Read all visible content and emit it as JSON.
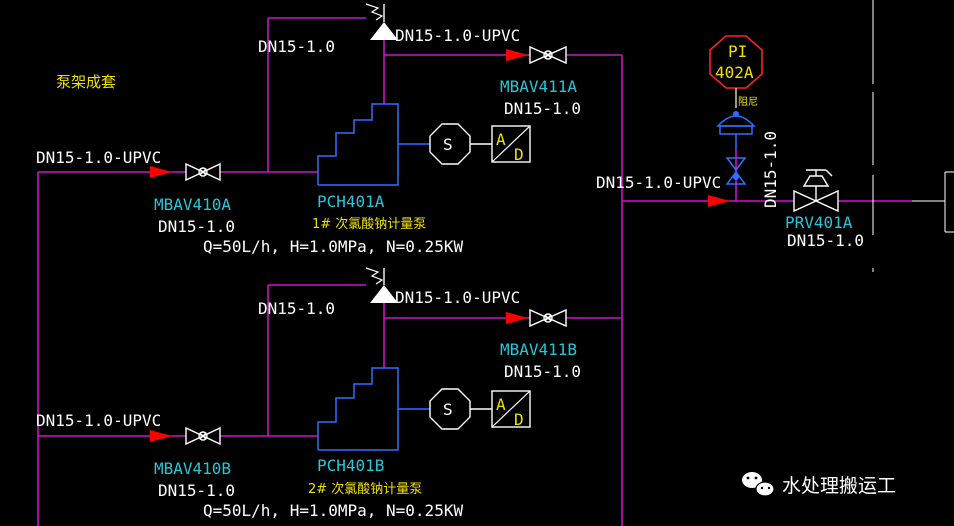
{
  "colors": {
    "pipe": "#c814c8",
    "equipment": "#2f6fff",
    "tag": "#26c6da",
    "note": "#f0e000",
    "spec": "#ffffff",
    "flow": "#ff0000",
    "instrument": "#ff2020",
    "background": "#000000"
  },
  "title_note": "泵架成套",
  "trainA": {
    "inlet_spec": "DN15-1.0-UPVC",
    "inlet_valve_tag": "MBAV410A",
    "inlet_valve_size": "DN15-1.0",
    "bypass_spec": "DN15-1.0",
    "safety_line_spec": "DN15-1.0-UPVC",
    "outlet_valve_tag": "MBAV411A",
    "outlet_valve_size": "DN15-1.0",
    "pump_tag": "PCH401A",
    "pump_name": "1# 次氯酸钠计量泵",
    "pump_duty": "Q=50L/h, H=1.0MPa, N=0.25KW",
    "motor_symbol": "S",
    "ad_a": "A",
    "ad_d": "D"
  },
  "trainB": {
    "inlet_spec": "DN15-1.0-UPVC",
    "inlet_valve_tag": "MBAV410B",
    "inlet_valve_size": "DN15-1.0",
    "bypass_spec": "DN15-1.0",
    "safety_line_spec": "DN15-1.0-UPVC",
    "outlet_valve_tag": "MBAV411B",
    "outlet_valve_size": "DN15-1.0",
    "pump_tag": "PCH401B",
    "pump_name": "2# 次氯酸钠计量泵",
    "pump_duty": "Q=50L/h, H=1.0MPa, N=0.25KW",
    "motor_symbol": "S",
    "ad_a": "A",
    "ad_d": "D"
  },
  "discharge": {
    "header_spec": "DN15-1.0-UPVC",
    "branch_spec": "DN15-1.0",
    "prv_tag": "PRV401A",
    "prv_size": "DN15-1.0",
    "gauge_code": "PI",
    "gauge_number": "402A",
    "damper_label": "阻尼"
  },
  "watermark": "水处理搬运工"
}
